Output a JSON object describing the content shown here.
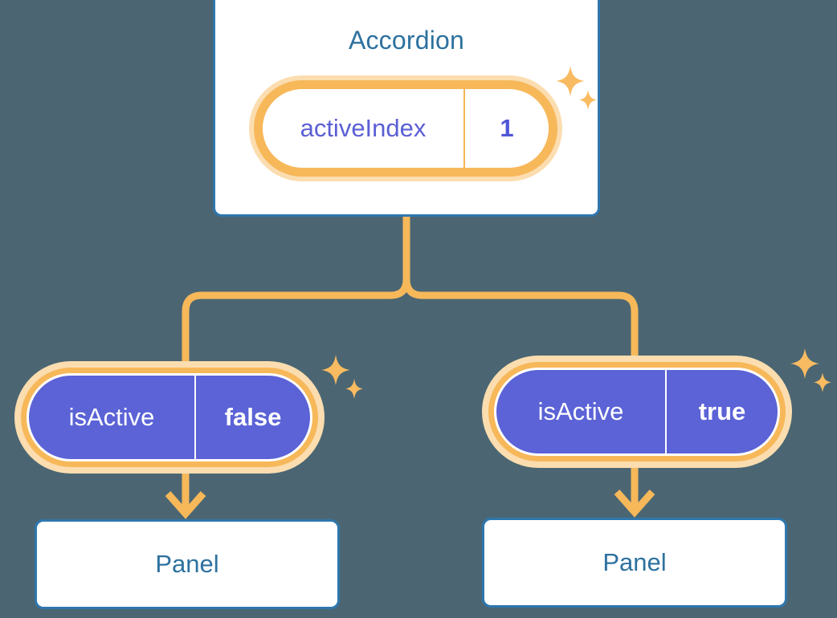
{
  "theme": {
    "background": "#4b6672",
    "card_border": "#2e77ae",
    "card_fill": "#ffffff",
    "title_text": "#2d719f",
    "ring_outer": "#fbddb0",
    "ring_inner": "#f7b85a",
    "wire": "#f7b85a",
    "state_pill_fill": "#5b63d6",
    "state_key_text_root": "#5b5fd4",
    "state_value_text_root": "#4f55d6",
    "state_text_on_purple": "#ffffff",
    "sparkle": "#f9bb61"
  },
  "tree": {
    "root": {
      "title": "Accordion",
      "state": {
        "key": "activeIndex",
        "value": "1"
      }
    },
    "children": [
      {
        "state": {
          "key": "isActive",
          "value": "false"
        },
        "node": {
          "title": "Panel"
        }
      },
      {
        "state": {
          "key": "isActive",
          "value": "true"
        },
        "node": {
          "title": "Panel"
        }
      }
    ]
  },
  "icons": {
    "sparkle_big": "sparkle-four-point-large",
    "sparkle_small": "sparkle-four-point-small",
    "arrow": "arrow-down-icon",
    "branch": "branch-connector-icon"
  }
}
